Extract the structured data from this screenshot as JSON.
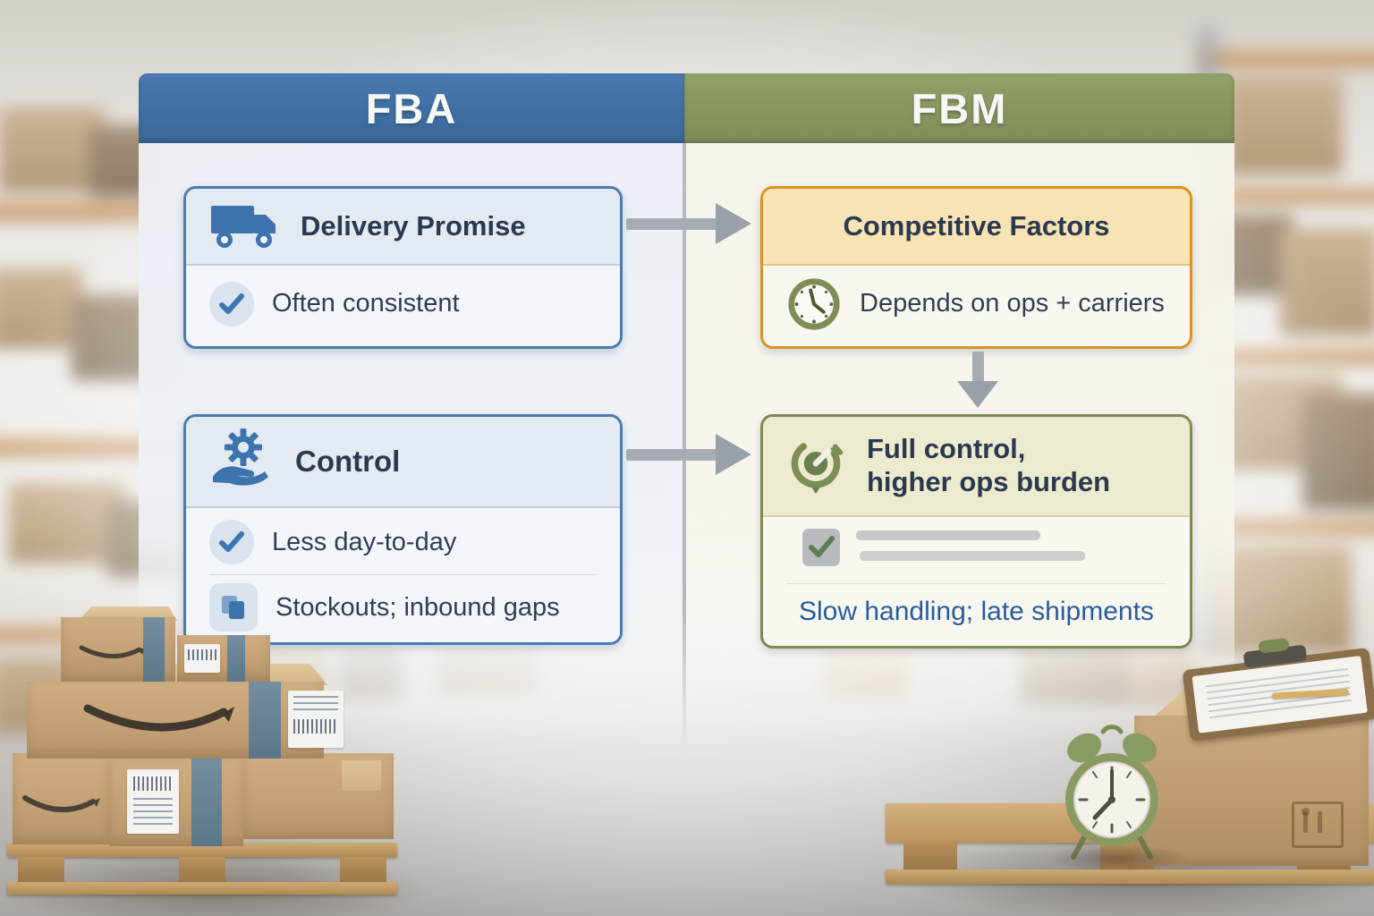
{
  "headers": {
    "fba": "FBA",
    "fbm": "FBM"
  },
  "delivery_card": {
    "title": "Delivery Promise",
    "item1": "Often consistent"
  },
  "control_card": {
    "title": "Control",
    "item1": "Less day-to-day",
    "item2": "Stockouts; inbound gaps"
  },
  "competitive_card": {
    "title": "Competitive Factors",
    "item1": "Depends on ops + carriers"
  },
  "fullcontrol_card": {
    "title_line1": "Full control,",
    "title_line2": "higher ops burden",
    "note": "Slow handling; late shipments"
  },
  "icons": {
    "delivery": "truck-icon",
    "delivery_item": "check-icon",
    "control": "gear-hand-icon",
    "control_item1": "check-icon",
    "control_item2": "stacked-boxes-icon",
    "competitive_item": "clock-icon",
    "fullcontrol": "gauge-icon",
    "fullcontrol_item": "checkbox-icon"
  },
  "colors": {
    "fba_header_blue": "#3e6fa3",
    "fbm_header_olive": "#87955e",
    "blue_card_border": "#4a7cb0",
    "orange_card_border": "#d8941f",
    "green_card_border": "#7d8a52",
    "title_text": "#2b3950",
    "body_text": "#313e52",
    "note_blue": "#2a5d9c",
    "arrow_gray": "#9aa0a7",
    "icon_blue": "#3d74ad",
    "icon_olive": "#7d8f55"
  }
}
